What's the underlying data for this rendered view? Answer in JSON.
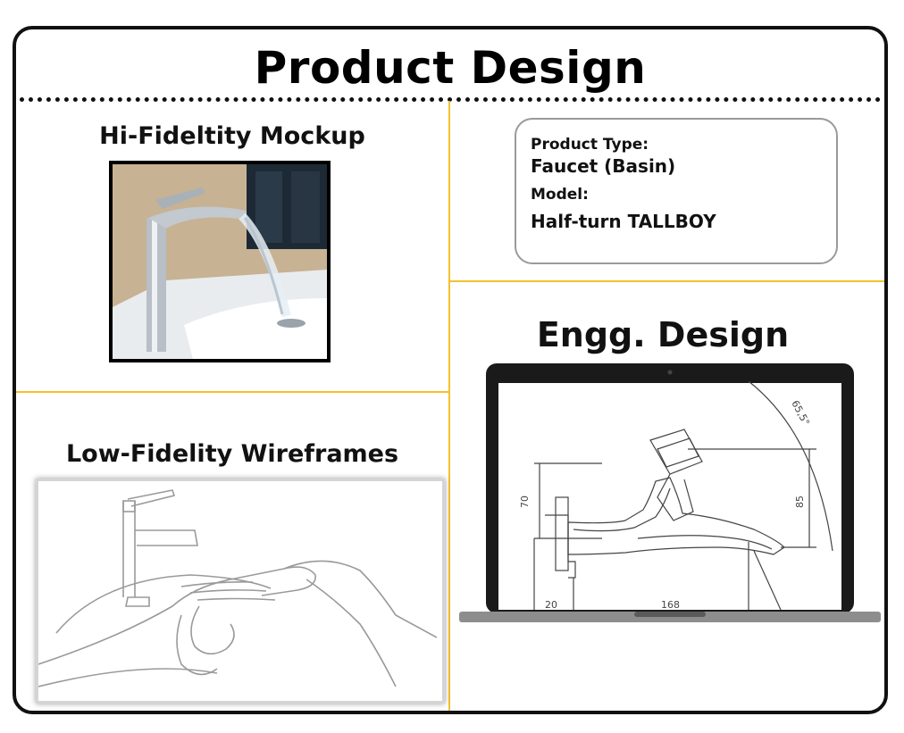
{
  "title": "Product Design",
  "mockup": {
    "title": "Hi-Fideltity Mockup"
  },
  "info": {
    "product_type_label": "Product Type:",
    "product_type_value": "Faucet (Basin)",
    "model_label": "Model:",
    "model_value": "Half-turn TALLBOY"
  },
  "wireframes": {
    "title": "Low-Fidelity Wireframes"
  },
  "engg": {
    "title": "Engg. Design",
    "dim_height": "70",
    "dim_angle": "65,5°",
    "dim_85": "85",
    "dim_20": "20",
    "dim_168": "168"
  },
  "colors": {
    "divider": "#f2c12e",
    "border": "#111111"
  }
}
